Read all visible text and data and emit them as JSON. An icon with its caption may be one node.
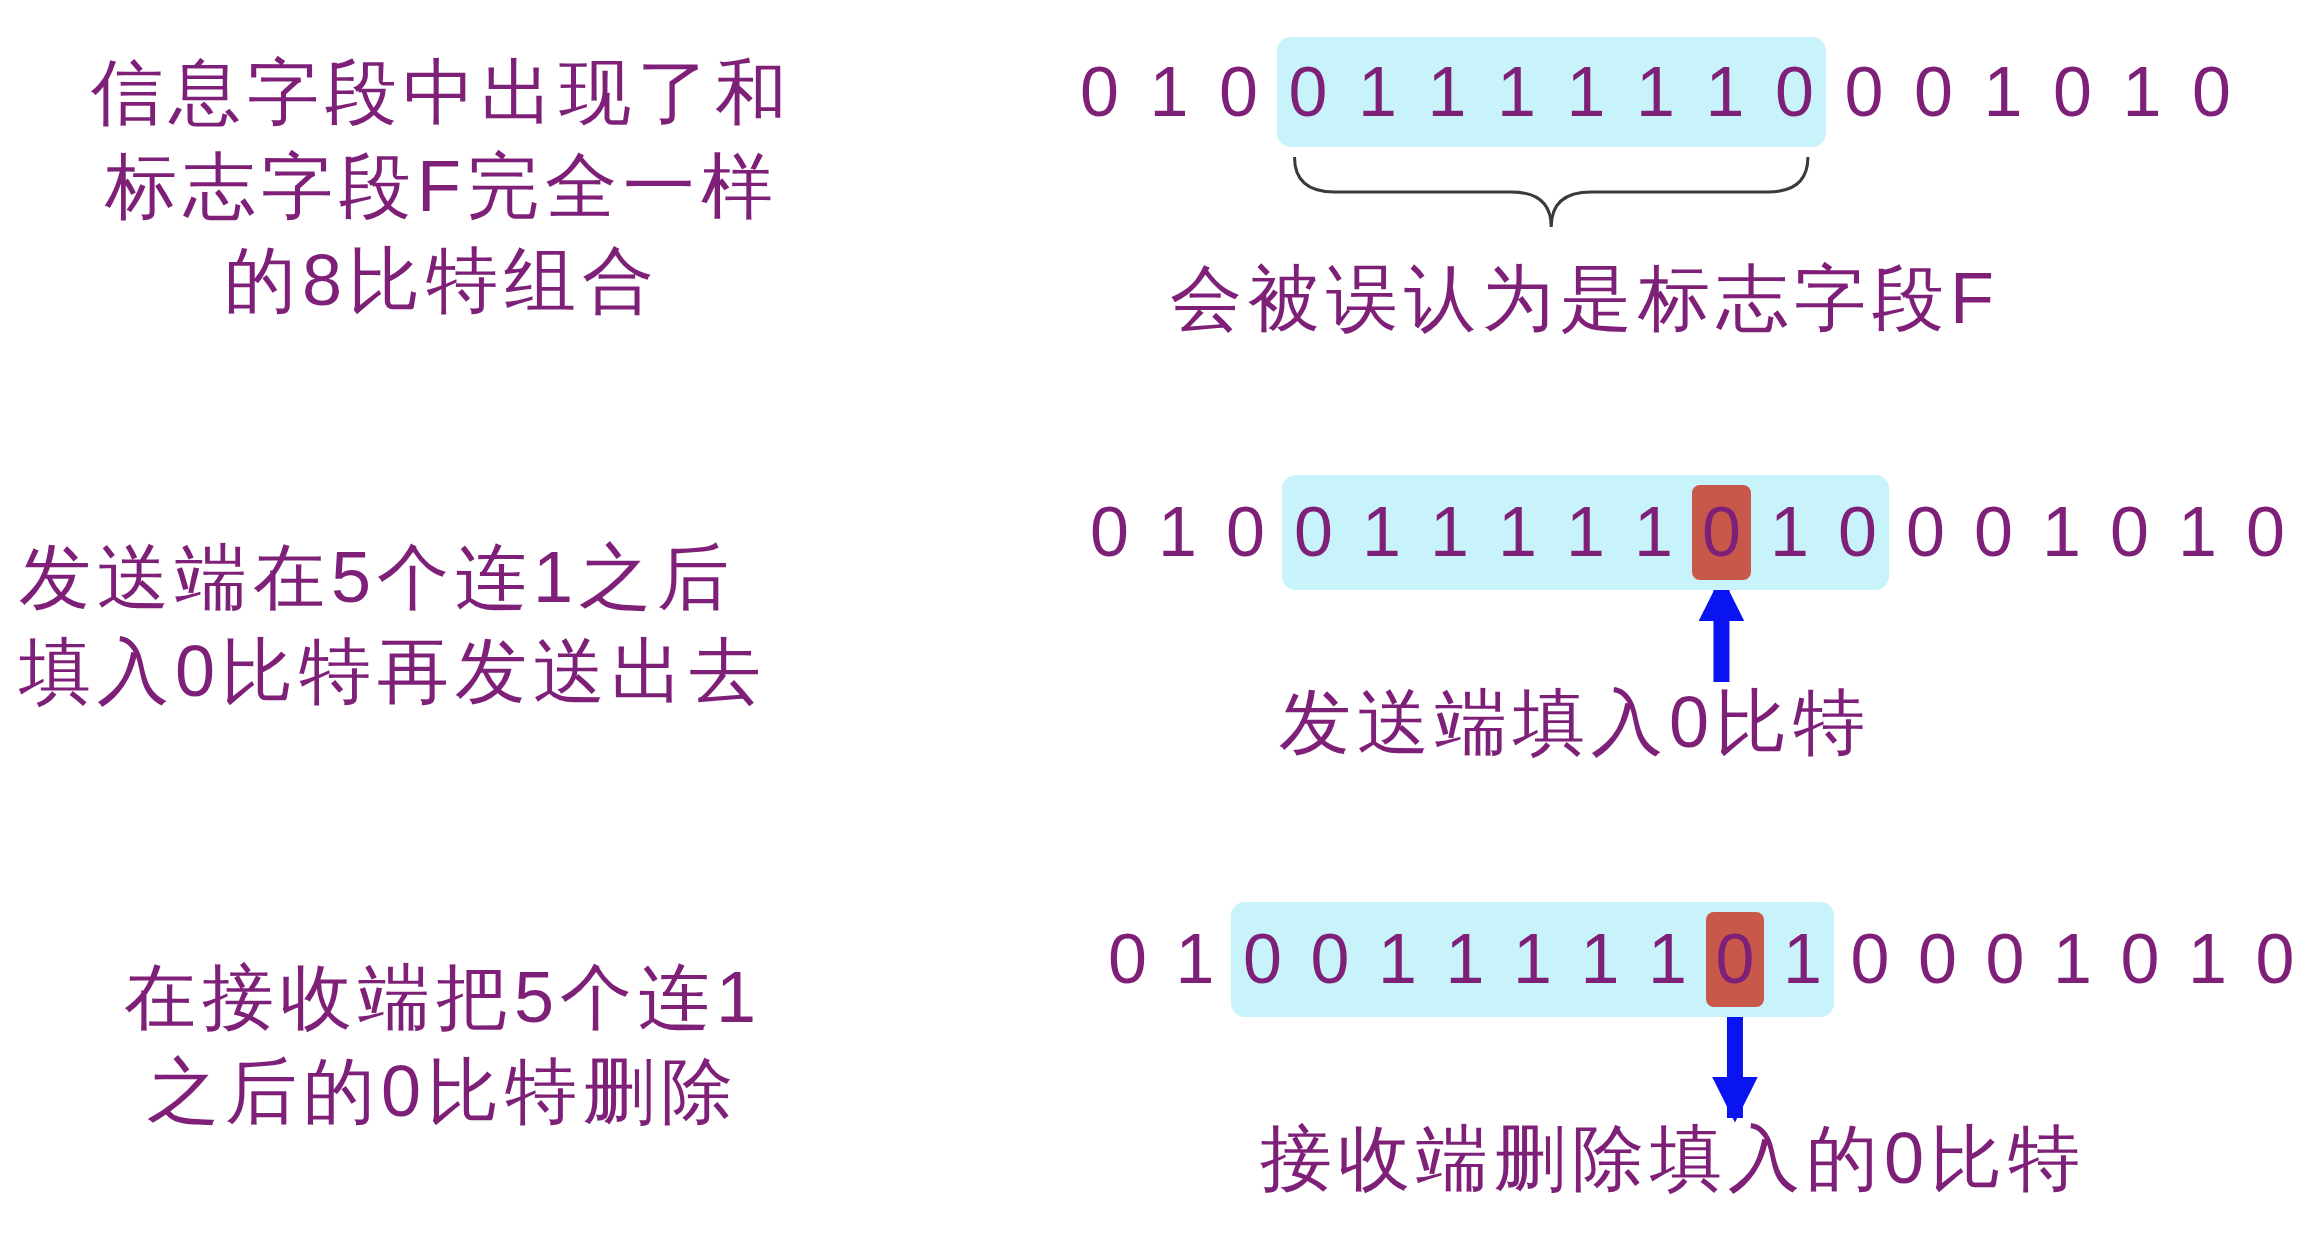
{
  "diagram": {
    "nodes": [
      {
        "text": [
          "0 1 1 1 1 1 1 0"
        ]
      },
      {
        "text": [
          "0 1 1 1 1 1",
          "1 0"
        ]
      },
      {
        "text": [
          "0"
        ],
        "in": 1
      },
      {
        "text": [
          "发送端填入0比特"
        ]
      },
      {
        "text": [
          "0 0 1 1 1 1 1",
          "1"
        ]
      },
      {
        "text": [
          "0"
        ],
        "in": 4
      },
      {
        "text": [
          "接收端删除填入的0比特"
        ]
      }
    ],
    "edges": [
      {
        "from": 3,
        "to": 2,
        "arrow": "to"
      },
      {
        "from": 5,
        "to": 6,
        "arrow": "to"
      }
    ],
    "labels": [
      "信息字段中出现了和标志字段F完全一样的8比特组合",
      "0 1 0",
      "0 0 1 0 1 0",
      "会被误认为是标志字段F",
      "发送端在5个连1之后填入0比特再发送出去",
      "0 1 0",
      "0 0 1 0 1 0",
      "在接收端把5个连1之后的0比特删除",
      "0 1",
      "0 0 0 1 0 1 0"
    ]
  }
}
